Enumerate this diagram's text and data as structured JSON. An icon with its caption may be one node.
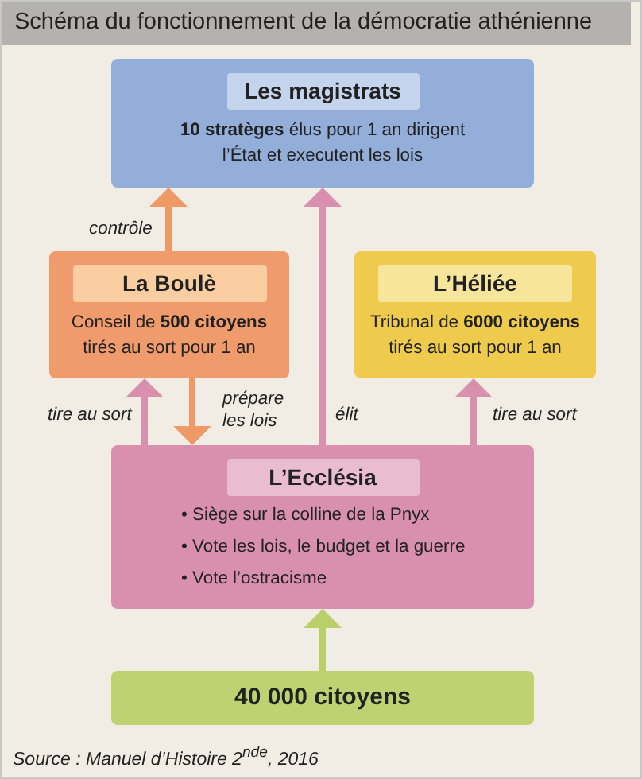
{
  "diagram": {
    "title": "Schéma du fonctionnement de la démocratie athénienne",
    "caption": "Source : Manuel d’Histoire 2$^{nde}$, 2016",
    "nodes": [
      {
        "text": [
          "Les magistrats",
          "**10 stratèges** élus pour 1 an dirigent l’État et executent les lois"
        ]
      },
      {
        "text": [
          "La Boulè",
          "Conseil de **500 citoyens** tirés au sort pour 1 an"
        ]
      },
      {
        "text": [
          "L’Héliée",
          "Tribunal de **6000 citoyens** tirés au sort pour 1 an"
        ]
      },
      {
        "text": [
          "L’Ecclésia",
          "• Siège sur la colline de la Pnyx",
          "• Vote les lois, le budget et la guerre",
          "• Vote l’ostracisme"
        ]
      },
      {
        "text": [
          "40 000 citoyens"
        ]
      }
    ],
    "edges": [
      {
        "from": 1,
        "to": 0,
        "arrow": "to",
        "label": "contrôle",
        "color": "#ee9a66"
      },
      {
        "from": 1,
        "to": 3,
        "arrow": "to",
        "label": "prépare les lois",
        "color": "#ee9a66"
      },
      {
        "from": 3,
        "to": 1,
        "arrow": "to",
        "label": "tire au sort"
      },
      {
        "from": 3,
        "to": 0,
        "arrow": "to",
        "label": "élit"
      },
      {
        "from": 3,
        "to": 2,
        "arrow": "to",
        "label": "tire au sort"
      },
      {
        "from": 4,
        "to": 3,
        "arrow": "to",
        "color": "#b9cf6a"
      }
    ]
  }
}
